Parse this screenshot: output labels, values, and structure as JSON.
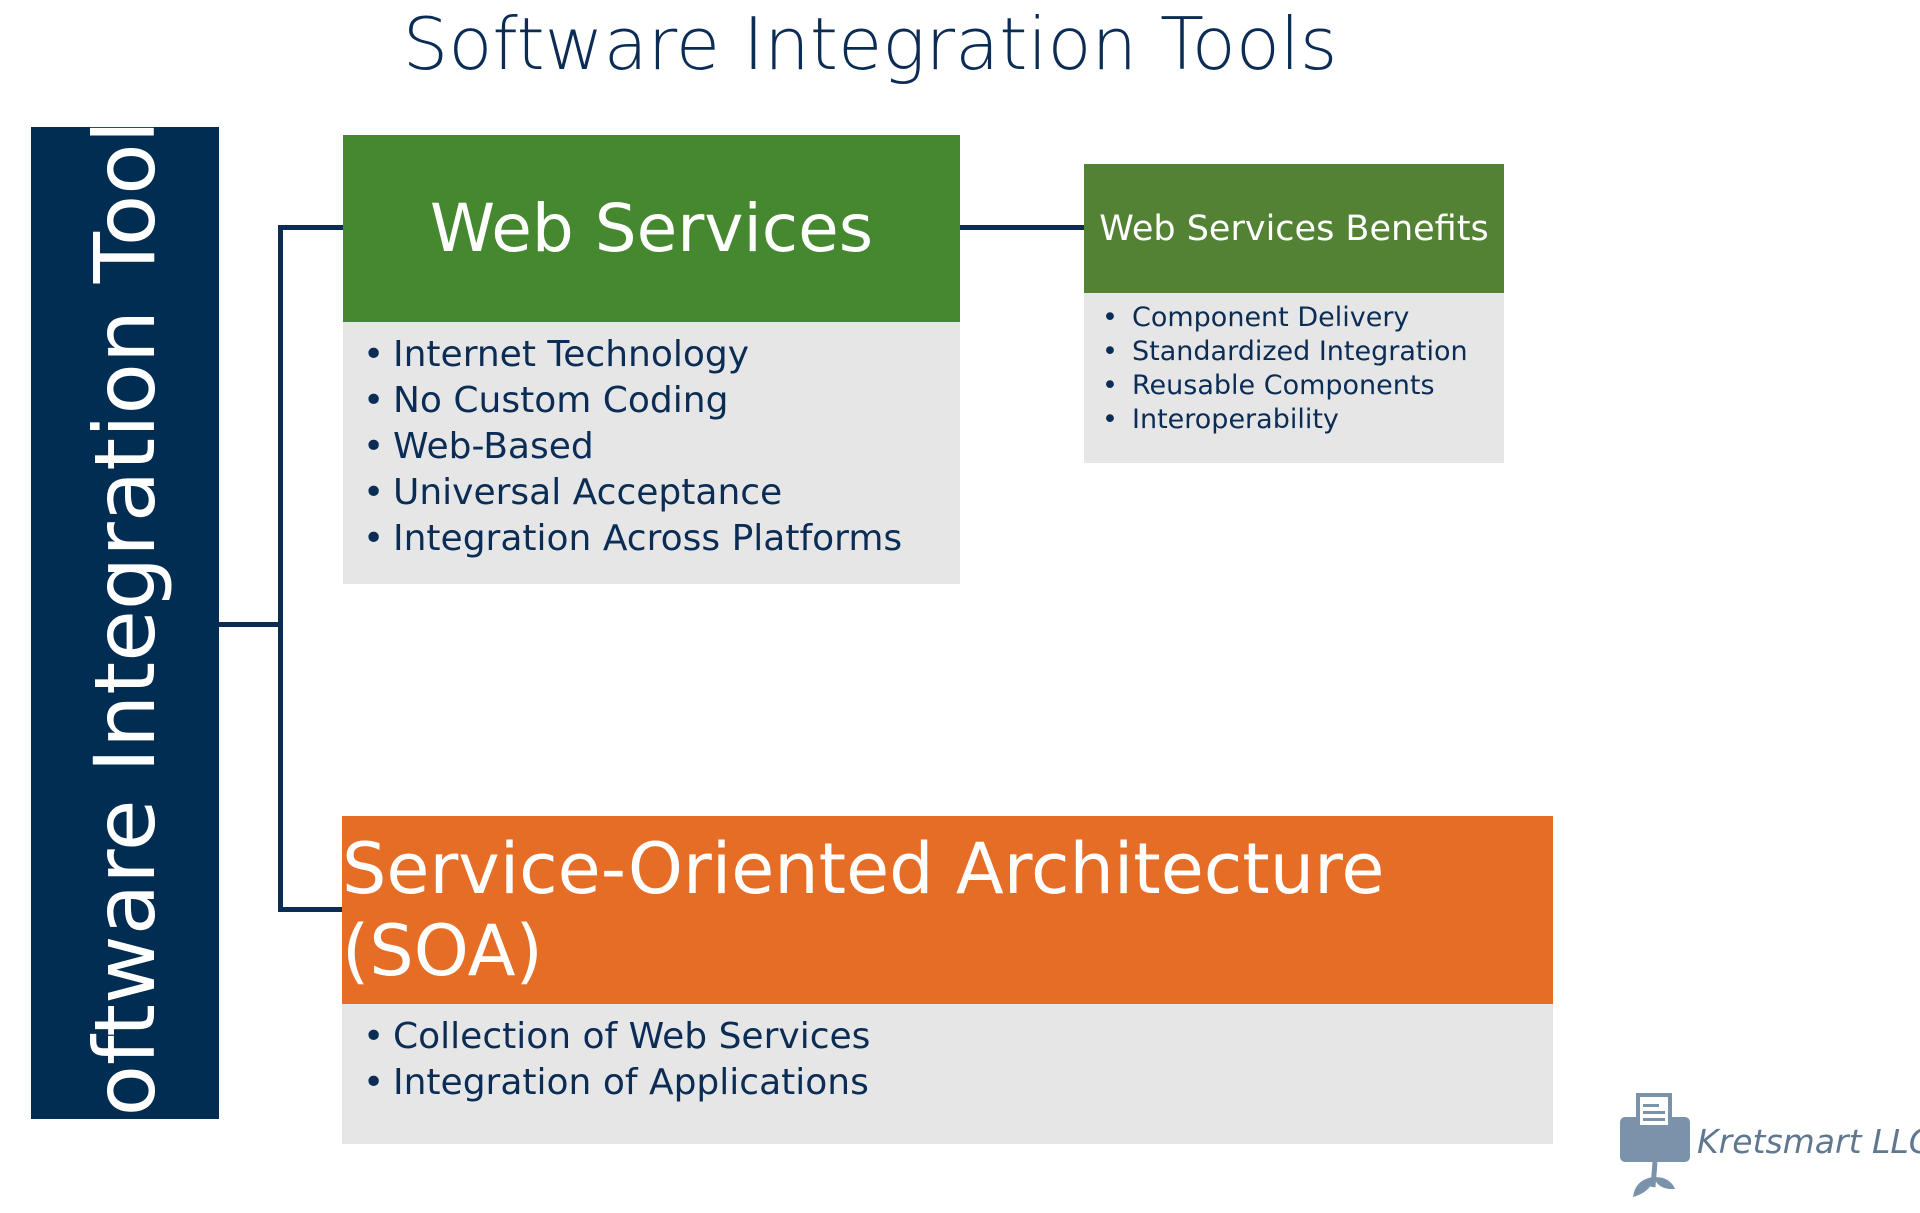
{
  "title": "Software Integration Tools",
  "sidebar_label": "Software Integration Tools",
  "web_services": {
    "header": "Web Services",
    "items": [
      "Internet Technology",
      "No Custom Coding",
      "Web-Based",
      "Universal Acceptance",
      "Integration Across Platforms"
    ]
  },
  "benefits": {
    "header": "Web Services Benefits",
    "items": [
      "Component Delivery",
      "Standardized Integration",
      "Reusable Components",
      "Interoperability"
    ]
  },
  "soa": {
    "header": "Service-Oriented Architecture (SOA)",
    "items": [
      "Collection of Web Services",
      "Integration of Applications"
    ]
  },
  "logo": {
    "text": "Kretsmart LLC"
  },
  "colors": {
    "navy": "#022d52",
    "green": "#46882f",
    "benefits_green": "#548235",
    "orange": "#e66d25",
    "gray": "#e6e6e6",
    "logo": "#7a93aa"
  }
}
